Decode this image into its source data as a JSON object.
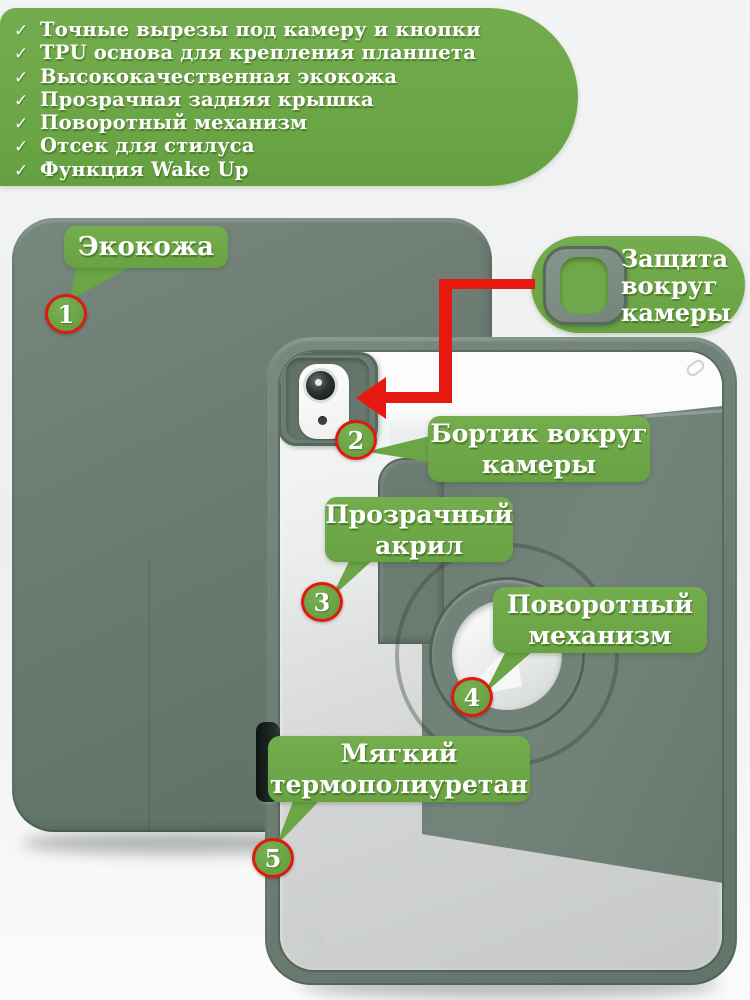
{
  "colors": {
    "accent_green": "#6fa84a",
    "marker_ring_red": "#e01910",
    "case_green_gray": "#68786f",
    "bumper_green": "#6f8076",
    "acrylic_gray": "#cdd0cf",
    "background": "#f2f3f4",
    "text_white": "#ffffff"
  },
  "feature_list": {
    "check_glyph": "✓",
    "items": [
      {
        "icon": "check-icon",
        "text": "Точные вырезы под камеру и кнопки"
      },
      {
        "icon": "check-icon",
        "text": "TPU основа для крепления планшета"
      },
      {
        "icon": "check-icon",
        "text": "Высококачественная экокожа"
      },
      {
        "icon": "check-icon",
        "text": "Прозрачная задняя крышка"
      },
      {
        "icon": "check-icon",
        "text": "Поворотный механизм"
      },
      {
        "icon": "check-icon",
        "text": "Отсек для стилуса"
      },
      {
        "icon": "check-icon",
        "text": "Функция Wake Up"
      }
    ]
  },
  "callouts": {
    "ecoleather": {
      "label": "Экокожа",
      "marker": "1"
    },
    "camera_protection": {
      "line1": "Защита",
      "line2": "вокруг",
      "line3": "камеры"
    },
    "camera_bezel": {
      "line1": "Бортик вокруг",
      "line2": "камеры",
      "marker": "2"
    },
    "acrylic": {
      "line1": "Прозрачный",
      "line2": "акрил",
      "marker": "3"
    },
    "rotating": {
      "line1": "Поворотный",
      "line2": "механизм",
      "marker": "4"
    },
    "tpu": {
      "line1": "Мягкий",
      "line2": "термополиуретан",
      "marker": "5"
    }
  }
}
